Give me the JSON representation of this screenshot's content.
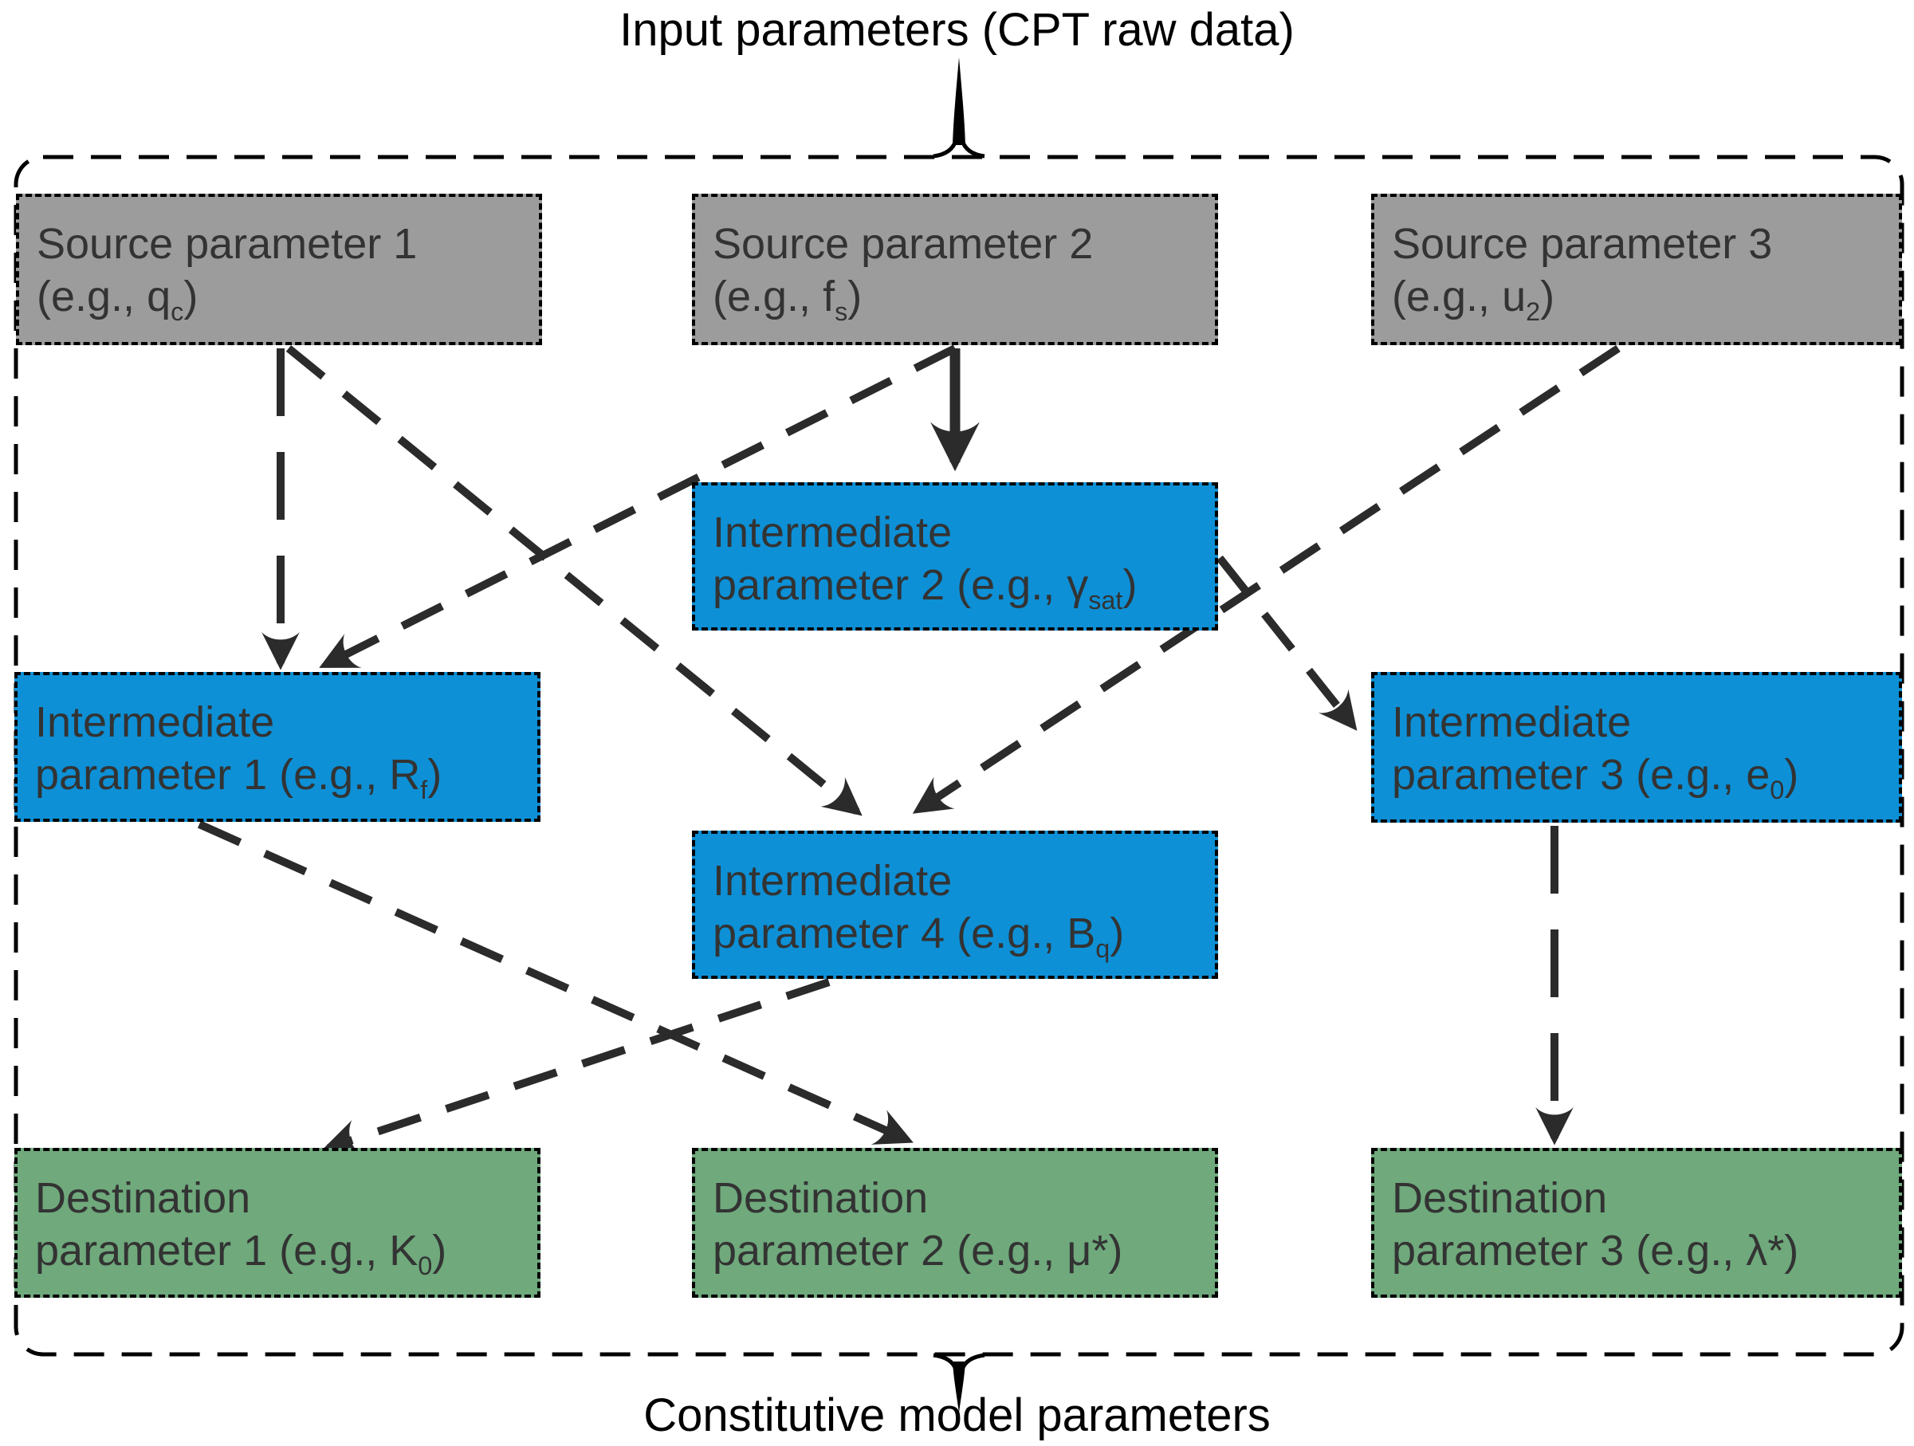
{
  "title": "Input parameters (CPT raw data)",
  "footer": "Constitutive model parameters",
  "boxes": {
    "source1": {
      "line1": "Source parameter 1",
      "pre": "(e.g., ",
      "sym": "q",
      "sub": "c",
      "post": ")"
    },
    "source2": {
      "line1": "Source parameter 2",
      "pre": "(e.g., ",
      "sym": "f",
      "sub": "s",
      "post": ")"
    },
    "source3": {
      "line1": "Source parameter 3",
      "pre": "(e.g., ",
      "sym": "u",
      "sub": "2",
      "post": ")"
    },
    "int1": {
      "line1": "Intermediate",
      "pre": "parameter 1 (e.g., ",
      "sym": "R",
      "sub": "f",
      "post": ")"
    },
    "int2": {
      "line1": "Intermediate",
      "pre": "parameter 2 (e.g., ",
      "sym": "γ",
      "sub": "sat",
      "post": ")"
    },
    "int3": {
      "line1": "Intermediate",
      "pre": "parameter 3 (e.g., ",
      "sym": "e",
      "sub": "0",
      "post": ")"
    },
    "int4": {
      "line1": "Intermediate",
      "pre": "parameter 4 (e.g., ",
      "sym": "B",
      "sub": "q",
      "post": ")"
    },
    "dest1": {
      "line1": "Destination",
      "pre": "parameter 1 (e.g., ",
      "sym": "K",
      "sub": "0",
      "post": ")"
    },
    "dest2": {
      "line1": "Destination",
      "pre": "parameter 2 (e.g., ",
      "sym": "μ*",
      "sub": "",
      "post": ")"
    },
    "dest3": {
      "line1": "Destination",
      "pre": "parameter 3 (e.g., ",
      "sym": "λ*",
      "sub": "",
      "post": ")"
    }
  },
  "edges": [
    {
      "from": "source1",
      "to": "int1"
    },
    {
      "from": "source1",
      "to": "int4"
    },
    {
      "from": "source2",
      "to": "int1"
    },
    {
      "from": "source2",
      "to": "int2"
    },
    {
      "from": "source3",
      "to": "int4"
    },
    {
      "from": "int2",
      "to": "int3"
    },
    {
      "from": "int1",
      "to": "dest2"
    },
    {
      "from": "int4",
      "to": "dest1"
    },
    {
      "from": "int3",
      "to": "dest3"
    }
  ],
  "colors": {
    "source_fill": "#9c9c9c",
    "intermediate_fill": "#0d90d6",
    "destination_fill": "#6fa97c",
    "box_text": "#333333",
    "arrow": "#2b2b2b",
    "border": "#000000"
  }
}
